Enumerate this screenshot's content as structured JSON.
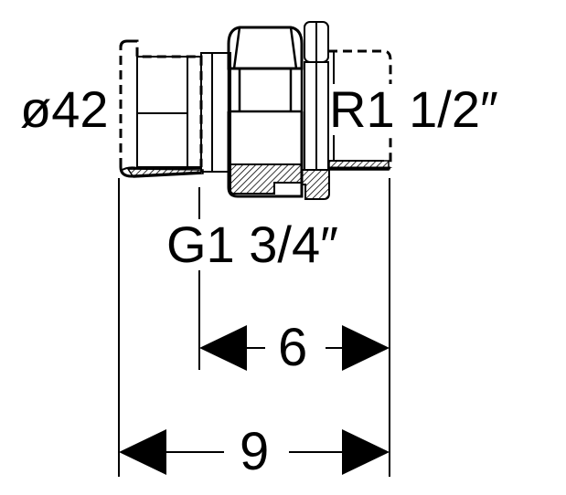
{
  "drawing": {
    "diameter_label": "ø42",
    "male_thread_label": "R1 1/2″",
    "union_thread_label": "G1 3/4″",
    "dim_inner": "6",
    "dim_overall": "9"
  }
}
